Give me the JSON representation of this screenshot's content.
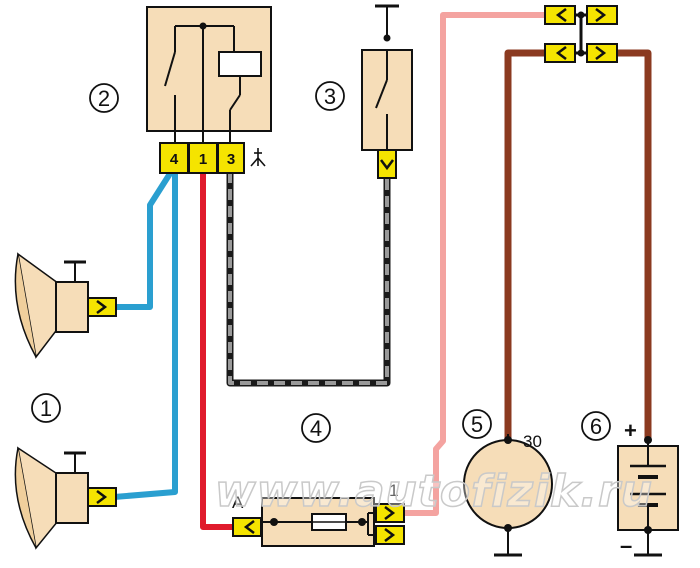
{
  "colors": {
    "wire_blue": "#2a9fd0",
    "wire_red": "#e01b2c",
    "wire_brown": "#8b3a20",
    "wire_pink": "#f4a3a0",
    "wire_grey_dash": "#9a9a9a",
    "component_fill": "#f6ddb8",
    "connector_yellow": "#f5e400"
  },
  "callouts": [
    {
      "id": "horns",
      "text": "1"
    },
    {
      "id": "relay",
      "text": "2"
    },
    {
      "id": "horn-switch",
      "text": "3"
    },
    {
      "id": "fuse-box",
      "text": "4"
    },
    {
      "id": "generator",
      "text": "5"
    },
    {
      "id": "battery",
      "text": "6"
    }
  ],
  "relay": {
    "pins": [
      "4",
      "1",
      "3"
    ],
    "ground_symbol": "ground-fork-icon"
  },
  "fuse_block": {
    "terminal_left": "A",
    "terminal_right": "1"
  },
  "generator": {
    "terminal": "30"
  },
  "battery": {
    "plus": "+",
    "minus": "–"
  },
  "watermark": "www.autofizik.ru"
}
